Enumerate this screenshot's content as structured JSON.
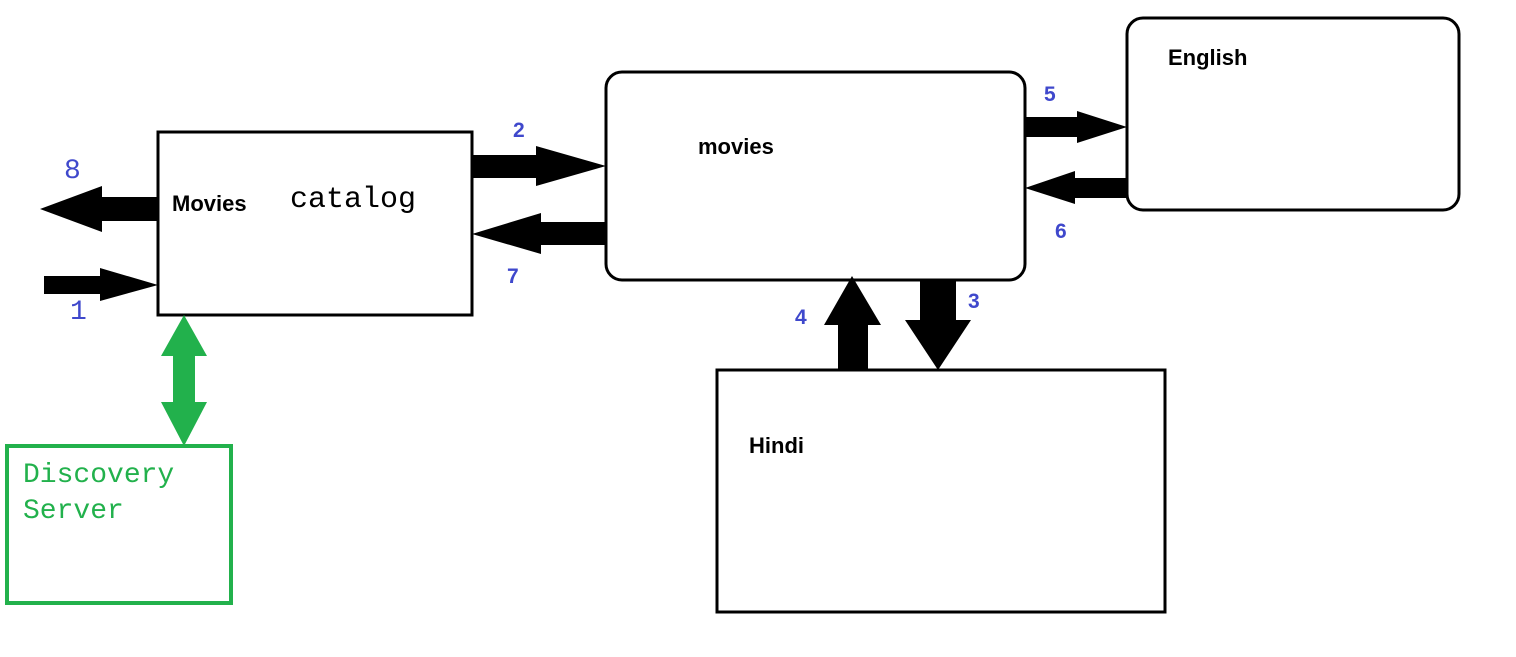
{
  "colors": {
    "stroke": "#000000",
    "discovery": "#22b14c",
    "step_numbers": "#3f48cc",
    "background": "#ffffff"
  },
  "boxes": {
    "movies_catalog": {
      "label_main": "Movies",
      "label_secondary": "catalog"
    },
    "movies_service": {
      "label": "movies"
    },
    "english_service": {
      "label": "English"
    },
    "hindi_service": {
      "label": "Hindi"
    },
    "discovery_server": {
      "label_line1": "Discovery",
      "label_line2": "Server"
    }
  },
  "steps": {
    "s1": "1",
    "s2": "2",
    "s3": "3",
    "s4": "4",
    "s5": "5",
    "s6": "6",
    "s7": "7",
    "s8": "8"
  }
}
